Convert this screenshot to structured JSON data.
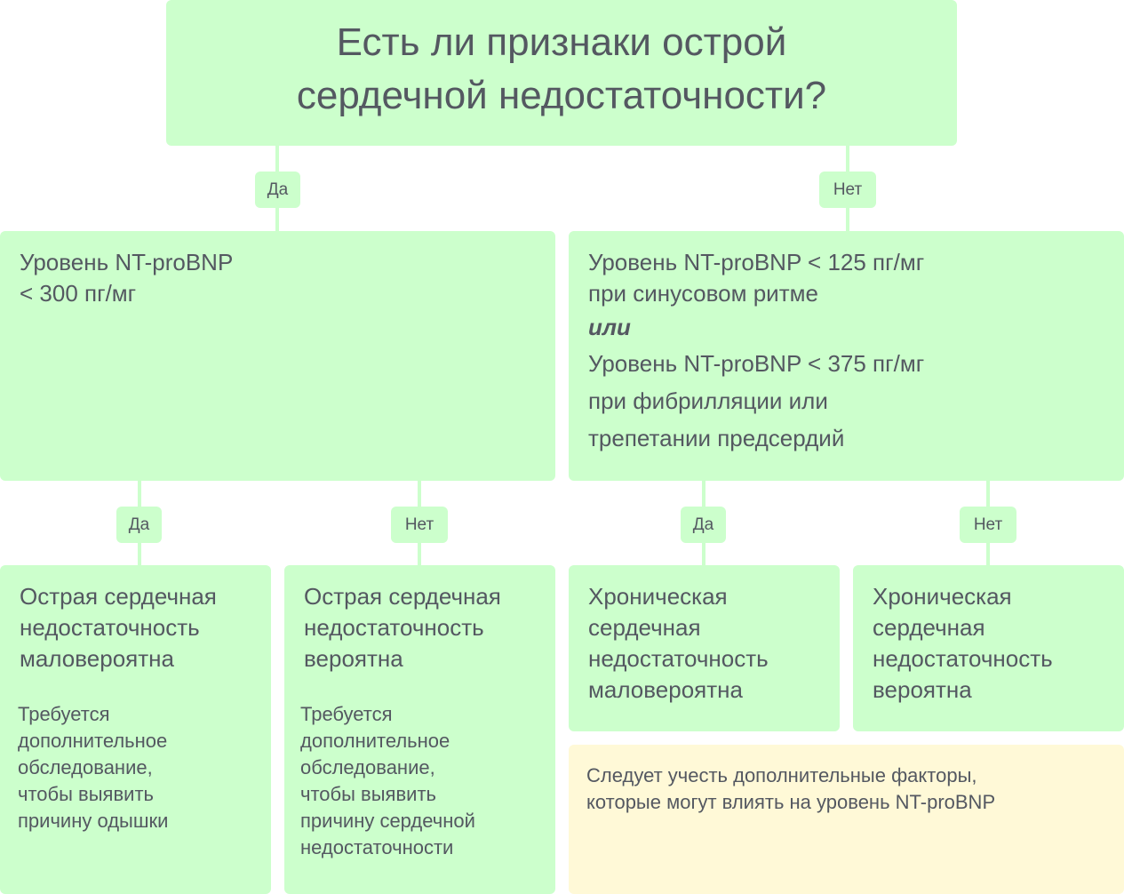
{
  "question": {
    "line1": "Есть ли признаки острой",
    "line2": "сердечной недостаточности?"
  },
  "branch_labels": {
    "top_yes": "Да",
    "top_no": "Нет",
    "left_yes": "Да",
    "left_no": "Нет",
    "right_yes": "Да",
    "right_no": "Нет"
  },
  "left_criterion": {
    "line1": "Уровень NT-proBNP",
    "line2": "< 300 пг/мг"
  },
  "right_criterion": {
    "line1": "Уровень NT-proBNP < 125 пг/мг",
    "line2": "при синусовом ритме",
    "or": "или",
    "line3": "Уровень NT-proBNP < 375 пг/мг",
    "line4": "при фибрилляции или",
    "line5": "трепетании предсердий"
  },
  "outcomes": [
    {
      "title": [
        "Острая сердечная",
        "недостаточность",
        "маловероятна"
      ],
      "note": [
        "Требуется",
        "дополнительное",
        "обследование,",
        "чтобы выявить",
        "причину одышки"
      ]
    },
    {
      "title": [
        "Острая сердечная",
        "недостаточность",
        "вероятна"
      ],
      "note": [
        "Требуется",
        "дополнительное",
        "обследование,",
        "чтобы выявить",
        "причину сердечной",
        "недостаточности"
      ]
    },
    {
      "title": [
        "Хроническая",
        "сердечная",
        "недостаточность",
        "маловероятна"
      ]
    },
    {
      "title": [
        "Хроническая",
        "сердечная",
        "недостаточность",
        "вероятна"
      ]
    }
  ],
  "footnote": {
    "line1": "Следует учесть дополнительные факторы,",
    "line2": "которые могут влиять на уровень NT-proBNP"
  },
  "colors": {
    "green": "#ccffcc",
    "yellow": "#fff9d7",
    "text": "#545861"
  }
}
